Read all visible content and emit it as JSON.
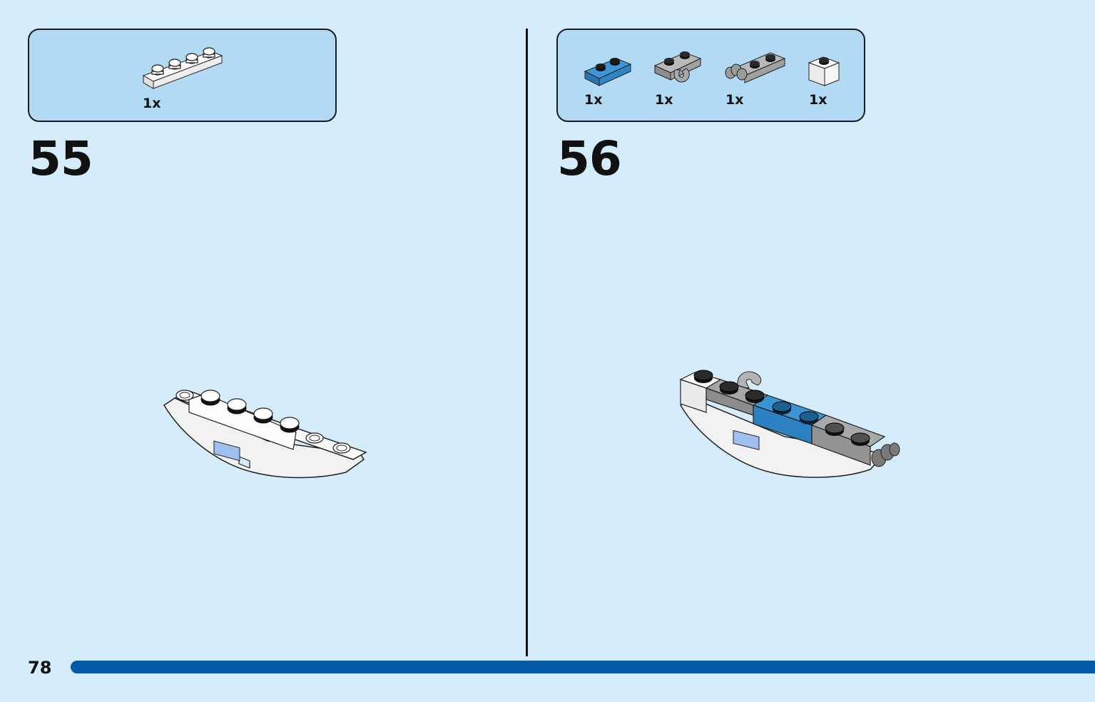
{
  "page": {
    "number": "78"
  },
  "colors": {
    "background": "#d4ecfb",
    "parts_box": "#b3daf5",
    "accent_bar": "#0459a8",
    "brick_white": "#f2f2f2",
    "brick_gray": "#a3a3a3",
    "brick_blue": "#2f8fd1"
  },
  "steps": [
    {
      "number": "55",
      "parts": [
        {
          "icon": "white-plate-1x4-icon",
          "quantity": "1x"
        }
      ]
    },
    {
      "number": "56",
      "parts": [
        {
          "icon": "blue-plate-1x2-icon",
          "quantity": "1x"
        },
        {
          "icon": "gray-plate-clip-icon",
          "quantity": "1x"
        },
        {
          "icon": "gray-plate-hinge-icon",
          "quantity": "1x"
        },
        {
          "icon": "white-brick-1x1-icon",
          "quantity": "1x"
        }
      ]
    }
  ]
}
